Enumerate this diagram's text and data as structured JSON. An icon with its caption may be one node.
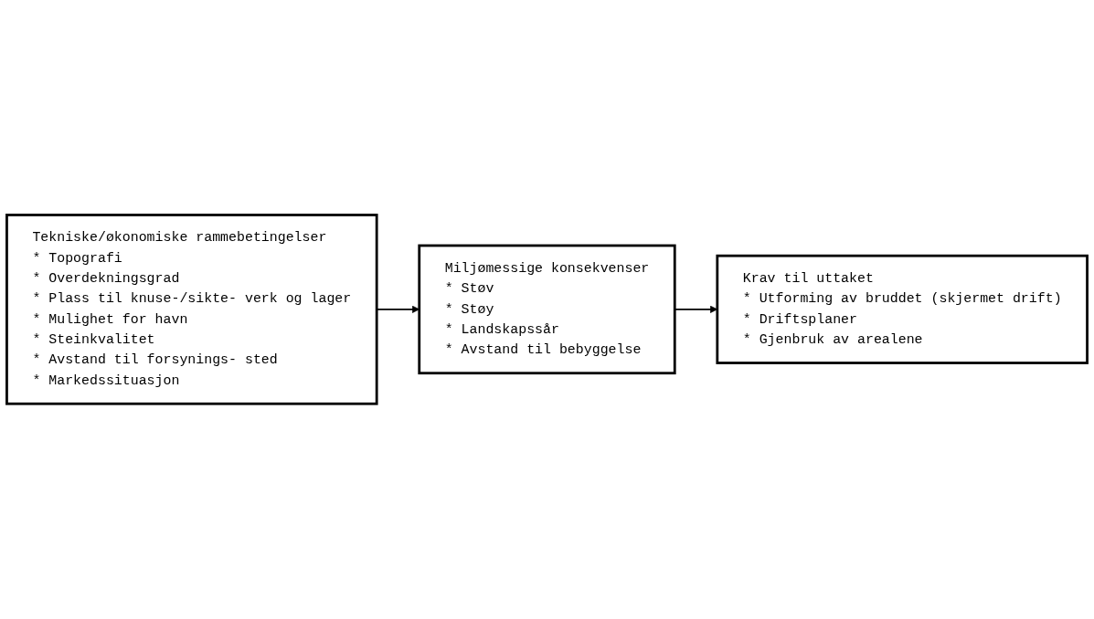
{
  "diagram": {
    "nodes": [
      {
        "text": [
          "Tekniske/økonomiske rammebetingelser",
          "* Topografi",
          "* Overdekningsgrad",
          "* Plass til knuse-/sikte- verk og lager",
          "* Mulighet for havn",
          "* Steinkvalitet",
          "* Avstand til forsynings- sted",
          "* Markedssituasjon"
        ]
      },
      {
        "text": [
          "Miljømessige konsekvenser",
          "* Støv",
          "* Støy",
          "* Landskapssår",
          "* Avstand til bebyggelse"
        ]
      },
      {
        "text": [
          "Krav til uttaket",
          "* Utforming av bruddet (skjermet drift)",
          "* Driftsplaner",
          "* Gjenbruk av arealene"
        ]
      }
    ],
    "edges": [
      {
        "from": 0,
        "to": 1,
        "arrow": "to"
      },
      {
        "from": 1,
        "to": 2,
        "arrow": "to"
      }
    ]
  }
}
